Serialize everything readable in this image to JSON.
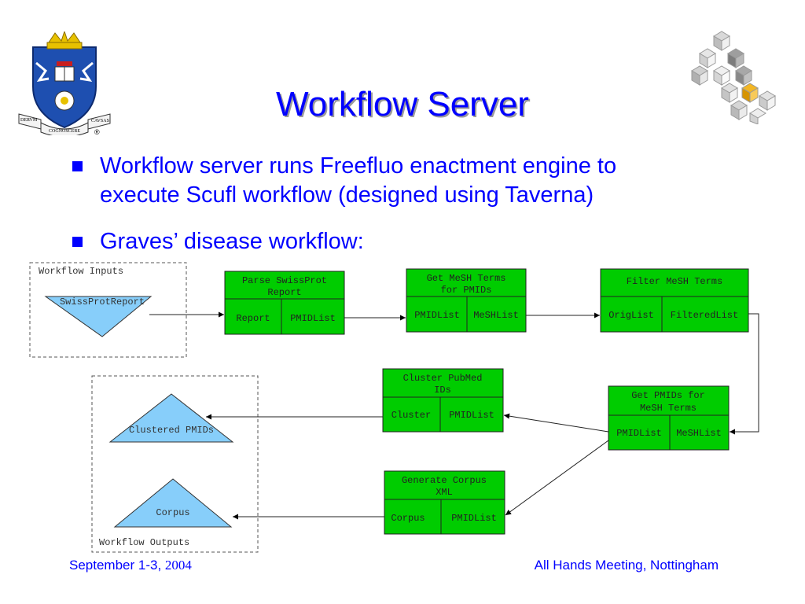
{
  "slide": {
    "title": "Workflow Server",
    "bullets": [
      {
        "line1": "Workflow server runs Freefluo enactment engine to",
        "line2": "execute Scufl workflow (designed using Taverna)"
      },
      {
        "line1": "Graves’ disease workflow:"
      }
    ],
    "footer_left": "September 1-3, ",
    "footer_left_year": "2004",
    "footer_right": "All Hands Meeting, Nottingham"
  },
  "logo": {
    "left_motto_1": "DERVM",
    "left_motto_2": "COGNOSCERE",
    "left_motto_3": "CAVSAS",
    "left_reg": "®"
  },
  "colors": {
    "accent": "#0000ff",
    "node_fill": "#00cc00",
    "io_fill": "#87cefa"
  },
  "diagram": {
    "inputs_label": "Workflow Inputs",
    "outputs_label": "Workflow Outputs",
    "input_node": "SwissProtReport",
    "output_clustered": "Clustered PMIDs",
    "output_corpus": "Corpus",
    "processors": {
      "parse": {
        "title1": "Parse SwissProt",
        "title2": "Report",
        "left": "Report",
        "right": "PMIDList"
      },
      "mesh": {
        "title1": "Get MeSH Terms",
        "title2": "for PMIDs",
        "left": "PMIDList",
        "right": "MeSHList"
      },
      "filter": {
        "title1": "Filter MeSH Terms",
        "left": "OrigList",
        "right": "FilteredList"
      },
      "getpmids": {
        "title1": "Get PMIDs for",
        "title2": "MeSH Terms",
        "left": "PMIDList",
        "right": "MeSHList"
      },
      "cluster": {
        "title1": "Cluster PubMed",
        "title2": "IDs",
        "left": "Cluster",
        "right": "PMIDList"
      },
      "corpus": {
        "title1": "Generate Corpus",
        "title2": "XML",
        "left": "Corpus",
        "right": "PMIDList"
      }
    }
  }
}
